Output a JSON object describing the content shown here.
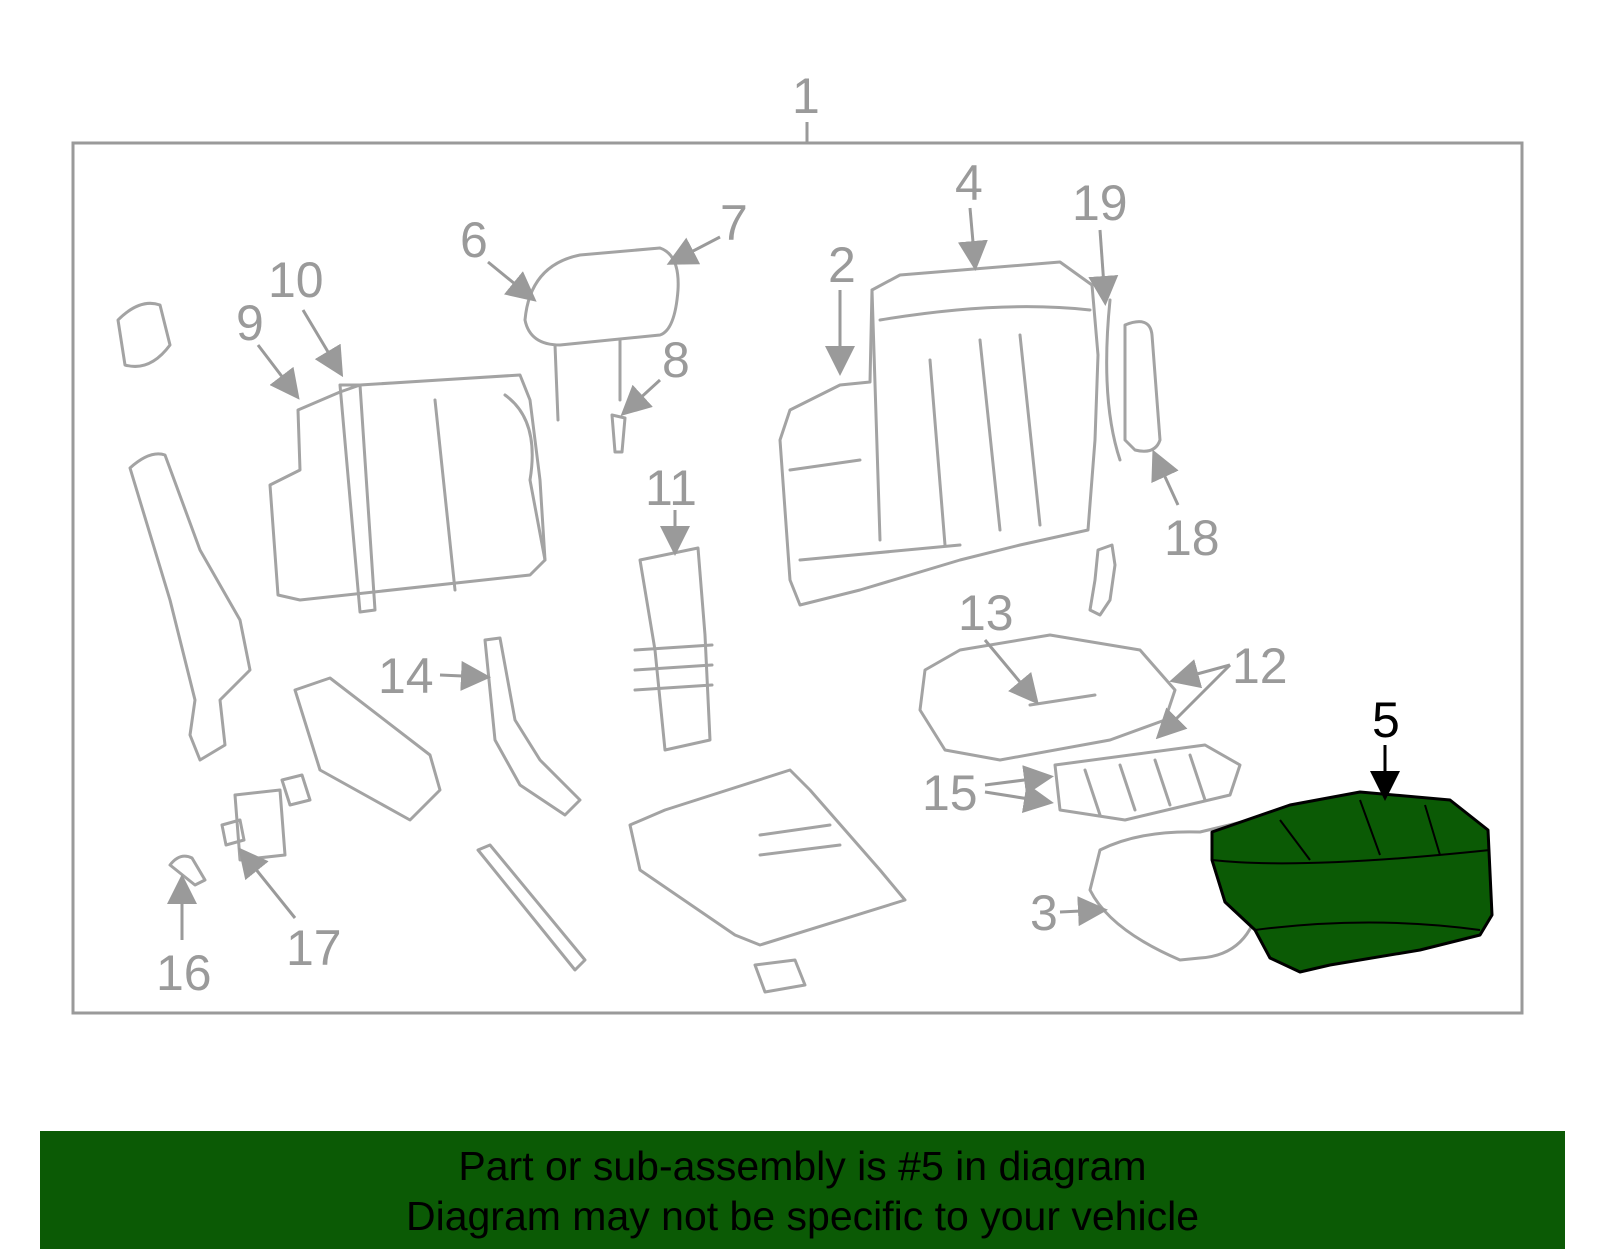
{
  "diagram": {
    "callouts": {
      "c1": "1",
      "c2": "2",
      "c3": "3",
      "c4": "4",
      "c5": "5",
      "c6": "6",
      "c7": "7",
      "c8": "8",
      "c9": "9",
      "c10": "10",
      "c11": "11",
      "c12": "12",
      "c13": "13",
      "c14": "14",
      "c15": "15",
      "c16": "16",
      "c17": "17",
      "c18": "18",
      "c19": "19"
    },
    "highlighted_part": "5",
    "colors": {
      "highlight_fill": "#0b5a05",
      "line_art": "#a3a3a3",
      "frame": "#9a9a9a"
    }
  },
  "banner": {
    "line1": "Part or sub-assembly is #5 in diagram",
    "line2": "Diagram may not be specific to your vehicle"
  }
}
